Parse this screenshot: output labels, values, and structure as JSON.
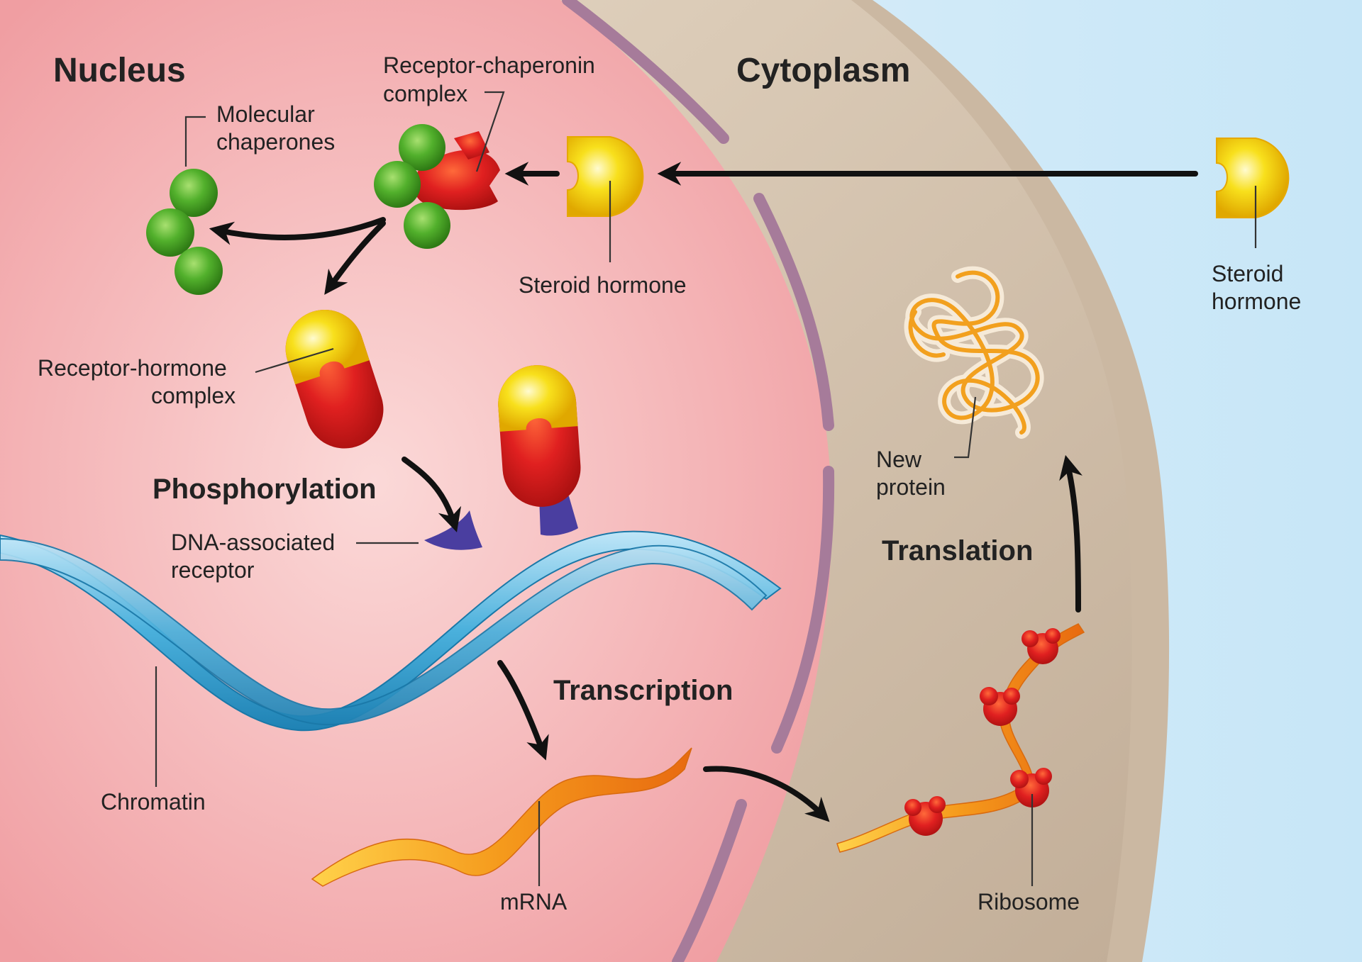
{
  "regions": {
    "nucleus": "Nucleus",
    "cytoplasm": "Cytoplasm"
  },
  "labels": {
    "receptor_chaperonin_complex": [
      "Receptor-chaperonin",
      "complex"
    ],
    "molecular_chaperones": [
      "Molecular",
      "chaperones"
    ],
    "steroid_hormone_nucleus": "Steroid hormone",
    "steroid_hormone_outside": [
      "Steroid",
      "hormone"
    ],
    "receptor_hormone_complex": [
      "Receptor-hormone",
      "complex"
    ],
    "dna_associated_receptor": [
      "DNA-associated",
      "receptor"
    ],
    "new_protein": [
      "New",
      "protein"
    ],
    "chromatin": "Chromatin",
    "mrna": "mRNA",
    "ribosome": "Ribosome"
  },
  "steps": {
    "phosphorylation": "Phosphorylation",
    "transcription": "Transcription",
    "translation": "Translation"
  },
  "colors": {
    "nucleus_fill": "#f4b3b5",
    "cytoplasm_fill": "#d6c6b2",
    "extracellular_fill": "#d6ecf8",
    "nuclear_envelope": "#a67b9a",
    "cell_membrane": "#c4b19a",
    "hormone_yellow": "#f5d80a",
    "receptor_red": "#d62020",
    "chaperone_green": "#4aa82a",
    "dna_blue": "#3aa4d4",
    "mrna_orange": "#f08a1a",
    "dna_receptor_purple": "#4a3ea0",
    "arrow_black": "#111111"
  }
}
